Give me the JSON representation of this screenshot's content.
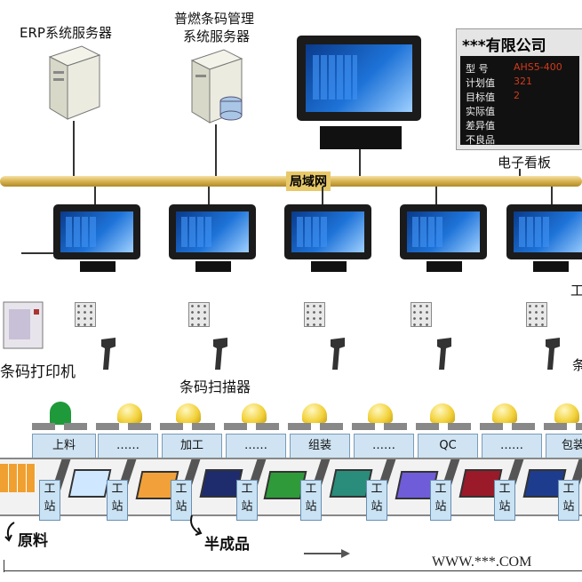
{
  "servers": {
    "erp_label": "ERP系统服务器",
    "barcode_label_line1": "普燃条码管理",
    "barcode_label_line2": "系统服务器"
  },
  "network": {
    "label": "局域网"
  },
  "board": {
    "title": "***有限公司",
    "caption": "电子看板",
    "rows": [
      {
        "label": "型  号",
        "value": "AHS5-400"
      },
      {
        "label": "计划值",
        "value": "321"
      },
      {
        "label": "目标值",
        "value": "2"
      },
      {
        "label": "实际值",
        "value": ""
      },
      {
        "label": "差异值",
        "value": ""
      },
      {
        "label": "不良品",
        "value": ""
      }
    ]
  },
  "devices": {
    "printer_label": "条码打印机",
    "scanner_label": "条码扫描器",
    "cut_labels": [
      "工",
      "条"
    ]
  },
  "stations": [
    "上料",
    "……",
    "加工",
    "……",
    "组装",
    "……",
    "QC",
    "……",
    "包装"
  ],
  "station_tag": [
    "工",
    "站"
  ],
  "flow": {
    "raw_label": "原料",
    "semi_label": "半成品"
  },
  "watermark": "WWW.***.COM",
  "colors": {
    "lan": "#d8b24e",
    "station_fill": "#cfe3f2",
    "board_value": "#d23a1a"
  }
}
